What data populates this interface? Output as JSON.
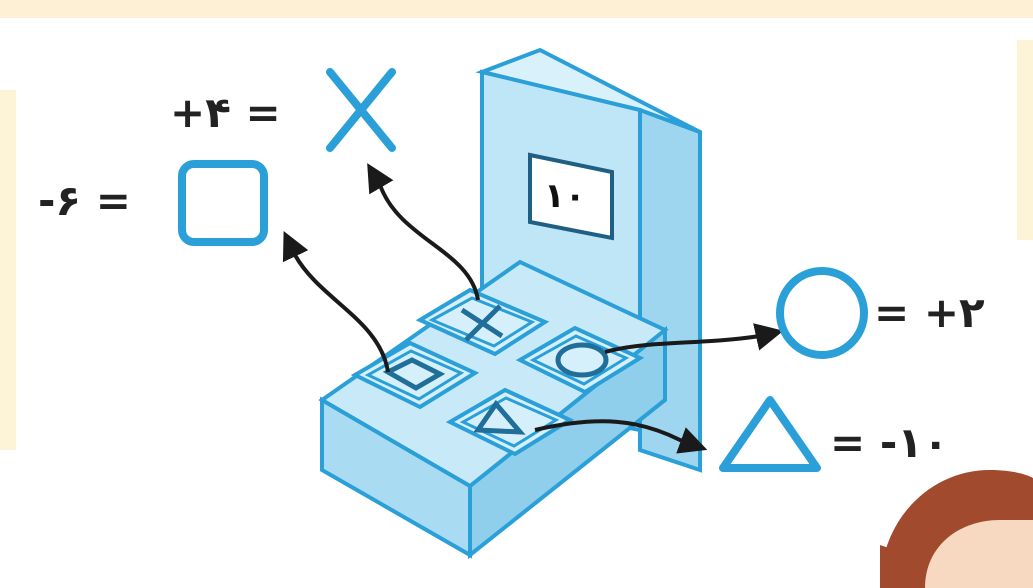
{
  "panel": {
    "screen_value": "۱۰"
  },
  "legend": [
    {
      "symbol": "cross",
      "label": "+۴ ="
    },
    {
      "symbol": "square",
      "label": "-۶ ="
    },
    {
      "symbol": "circle",
      "label": "= +۲"
    },
    {
      "symbol": "triangle",
      "label": "= -۱۰"
    }
  ],
  "colors": {
    "outline": "#2a9fd8",
    "box_fill": "#bfe6f7",
    "box_side": "#9fd6ef",
    "arrow": "#1a1a1a",
    "character_hair": "#a24a2e",
    "character_skin": "#f7d9c2"
  },
  "icons": [
    "cross-icon",
    "square-icon",
    "circle-icon",
    "triangle-icon"
  ]
}
